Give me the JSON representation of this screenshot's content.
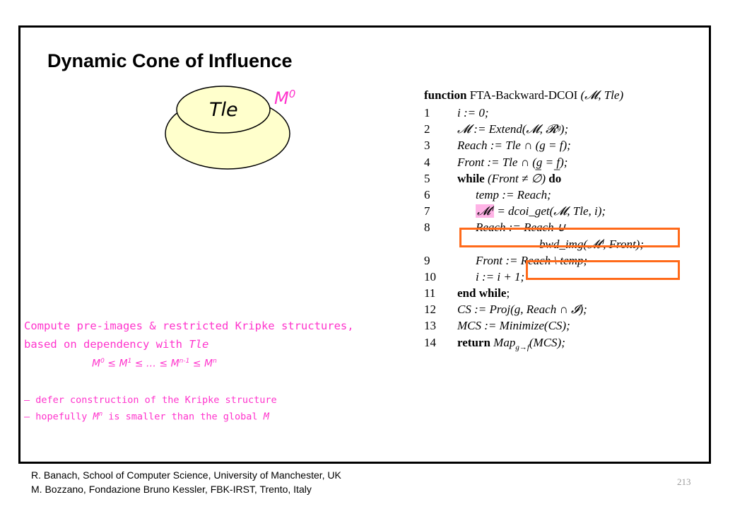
{
  "slide": {
    "title": "Dynamic Cone of Influence",
    "page_number": "213"
  },
  "diagram": {
    "inner_label": "Tle",
    "outer_label_base": "M",
    "outer_label_sup": "0",
    "colors": {
      "fill": "#ffffcc",
      "stroke": "#000000",
      "label": "#ff33cc"
    }
  },
  "algorithm": {
    "header_keyword": "function",
    "header_name": "FTA-Backward-DCOI",
    "header_args": "(𝓜, Tle)",
    "lines": [
      {
        "num": "1",
        "parts": [
          {
            "t": "i := 0;",
            "s": "it"
          }
        ]
      },
      {
        "num": "2",
        "parts": [
          {
            "t": "𝓜 := Extend(𝓜, 𝓡ᵍ);",
            "s": "it"
          }
        ]
      },
      {
        "num": "3",
        "parts": [
          {
            "t": "Reach := Tle ∩ (g = f);",
            "s": "it"
          }
        ]
      },
      {
        "num": "4",
        "parts": [
          {
            "t": "Front := Tle ∩ (g̲ = f̲);",
            "s": "it"
          }
        ]
      },
      {
        "num": "5",
        "parts": [
          {
            "t": "while ",
            "s": "kw"
          },
          {
            "t": "(Front ≠ ∅) ",
            "s": "it"
          },
          {
            "t": "do",
            "s": "kw"
          }
        ]
      },
      {
        "num": "6",
        "parts": [
          {
            "t": "temp := Reach;",
            "s": "it"
          }
        ]
      },
      {
        "num": "7",
        "parts": [
          {
            "t": "𝓜ⁱ",
            "s": "it hl"
          },
          {
            "t": " = dcoi_get(𝓜, Tle, i);",
            "s": "it"
          }
        ]
      },
      {
        "num": "8",
        "parts": [
          {
            "t": "Reach := Reach ∪",
            "s": "it"
          }
        ]
      },
      {
        "num": "",
        "parts": [
          {
            "t": "bwd_img(𝓜ⁱ, Front);",
            "s": "it"
          }
        ]
      },
      {
        "num": "9",
        "parts": [
          {
            "t": "Front := Reach \\ temp;",
            "s": "it"
          }
        ]
      },
      {
        "num": "10",
        "parts": [
          {
            "t": "i := i + 1;",
            "s": "it"
          }
        ]
      },
      {
        "num": "11",
        "parts": [
          {
            "t": "end while",
            "s": "kw"
          },
          {
            "t": ";",
            "s": ""
          }
        ]
      },
      {
        "num": "12",
        "parts": [
          {
            "t": "CS := Proj(g, Reach ∩ 𝓘);",
            "s": "it"
          }
        ]
      },
      {
        "num": "13",
        "parts": [
          {
            "t": "MCS := Minimize(CS);",
            "s": "it"
          }
        ]
      },
      {
        "num": "14",
        "parts": [
          {
            "t": "return ",
            "s": "kw"
          },
          {
            "t": "Map",
            "s": "it"
          },
          {
            "t": "g→f",
            "s": "sub"
          },
          {
            "t": "(MCS);",
            "s": "it"
          }
        ]
      }
    ],
    "highlight_color": "#ff6a1a",
    "pink_highlight": "#ffb3e6"
  },
  "description": {
    "line1": "Compute pre-images & restricted Kripke structures,",
    "line2_prefix": "based on  dependency with ",
    "line2_italic": "Tle",
    "chain": [
      {
        "b": "M",
        "s": "0"
      },
      {
        "op": " ≤ "
      },
      {
        "b": "M",
        "s": "1"
      },
      {
        "op": " ≤ … ≤ "
      },
      {
        "b": "M",
        "s": "n-1"
      },
      {
        "op": " ≤ "
      },
      {
        "b": "M",
        "s": "n"
      }
    ],
    "bullet1": "– defer construction of the Kripke structure",
    "bullet2_prefix": "– hopefully ",
    "bullet2_m": "M",
    "bullet2_sup": "n",
    "bullet2_mid": " is smaller than the global ",
    "bullet2_end": "M",
    "text_color": "#ff33cc"
  },
  "footer": {
    "line1": "R. Banach,  School of  Computer  Science,  University of Manchester,  UK",
    "line2": "M. Bozzano,  Fondazione  Bruno Kessler,  FBK-IRST,  Trento,  Italy"
  }
}
